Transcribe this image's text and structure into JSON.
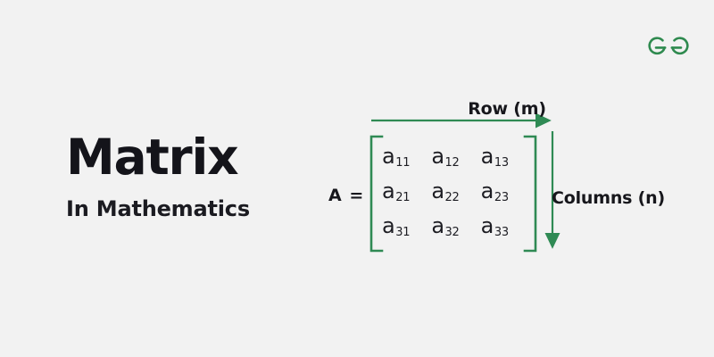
{
  "background_color": "#f2f2f2",
  "accent_green": "#2f8a54",
  "text_color": "#17171c",
  "logo": {
    "name": "geeksforgeeks-logo",
    "color": "#2f8a4f"
  },
  "title": {
    "main": "Matrix",
    "subtitle": "In Mathematics"
  },
  "diagram": {
    "matrix_label": "A =",
    "row_label": "Row (m)",
    "column_label": "Columns (n)",
    "bracket_color": "#2f8a54",
    "arrow_color": "#2f8a54",
    "matrix": {
      "rows": 3,
      "cols": 3,
      "cells": [
        {
          "base": "a",
          "sub": "11"
        },
        {
          "base": "a",
          "sub": "12"
        },
        {
          "base": "a",
          "sub": "13"
        },
        {
          "base": "a",
          "sub": "21"
        },
        {
          "base": "a",
          "sub": "22"
        },
        {
          "base": "a",
          "sub": "23"
        },
        {
          "base": "a",
          "sub": "31"
        },
        {
          "base": "a",
          "sub": "32"
        },
        {
          "base": "a",
          "sub": "33"
        }
      ]
    }
  }
}
